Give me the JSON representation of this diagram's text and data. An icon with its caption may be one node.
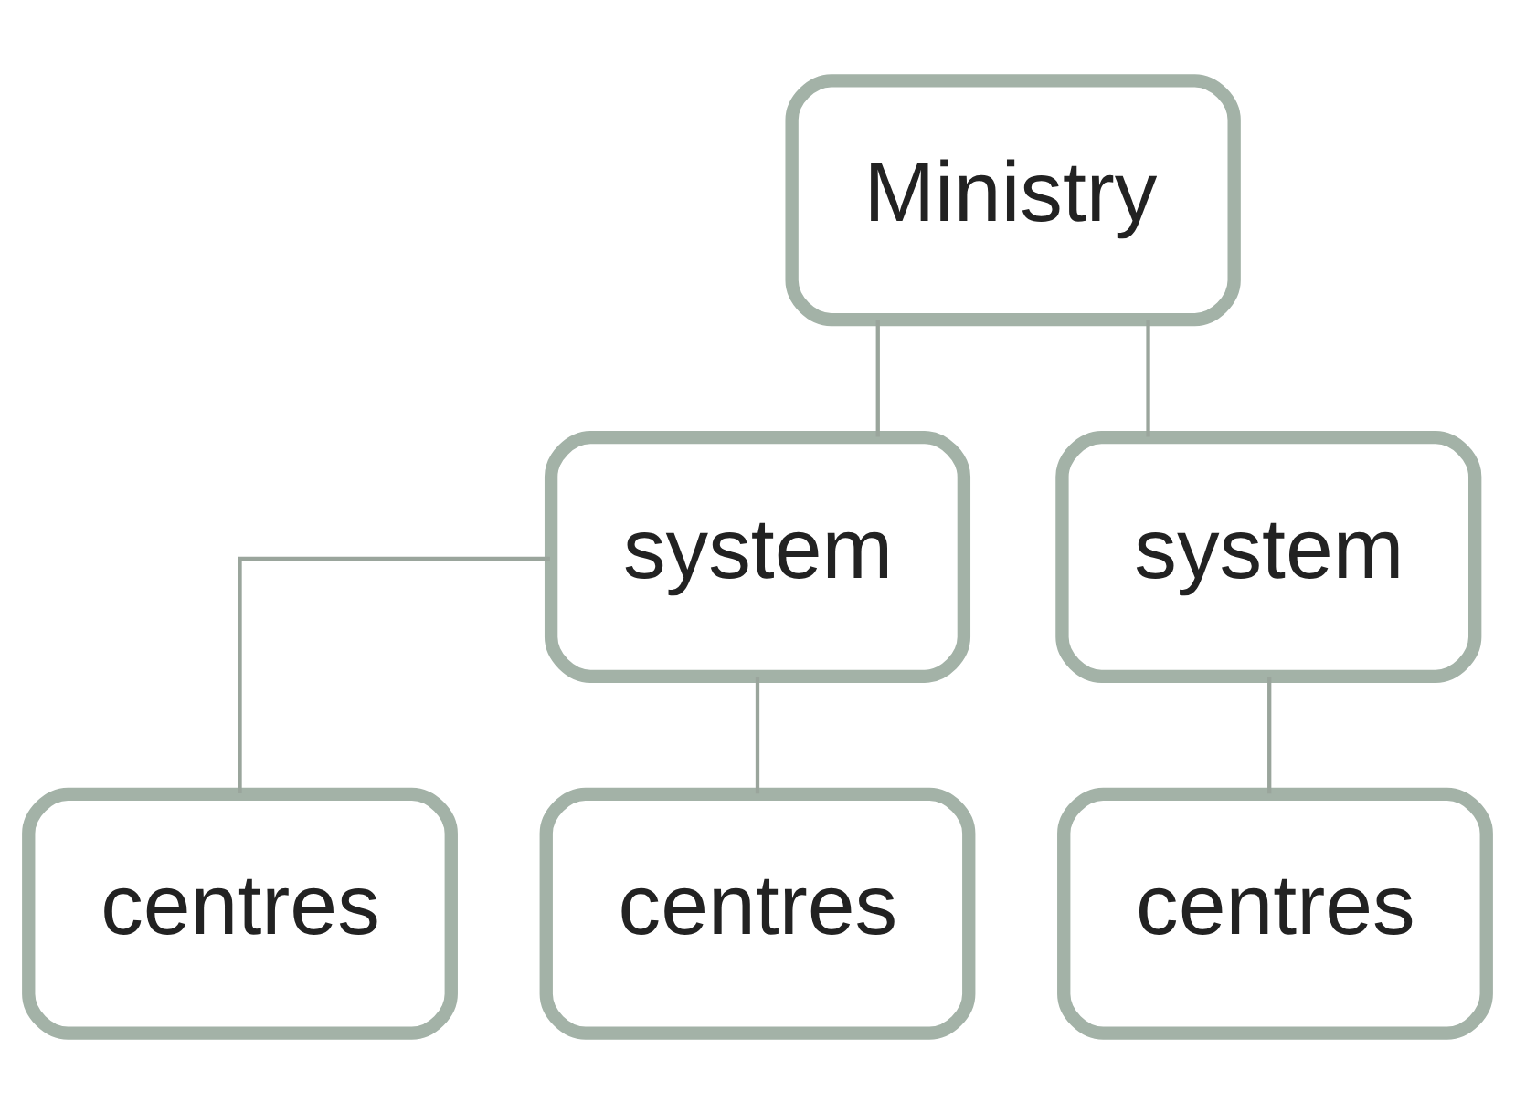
{
  "diagram": {
    "nodes": [
      {
        "text": [
          "Ministry"
        ]
      },
      {
        "text": [
          "system"
        ]
      },
      {
        "text": [
          "system"
        ]
      },
      {
        "text": [
          "centres"
        ]
      },
      {
        "text": [
          "centres"
        ]
      },
      {
        "text": [
          "centres"
        ]
      }
    ],
    "edges": [
      {
        "from": 0,
        "to": 1,
        "arrow": "none"
      },
      {
        "from": 0,
        "to": 2,
        "arrow": "none"
      },
      {
        "from": 1,
        "to": 3,
        "arrow": "none"
      },
      {
        "from": 1,
        "to": 4,
        "arrow": "none"
      },
      {
        "from": 2,
        "to": 5,
        "arrow": "none"
      }
    ]
  }
}
